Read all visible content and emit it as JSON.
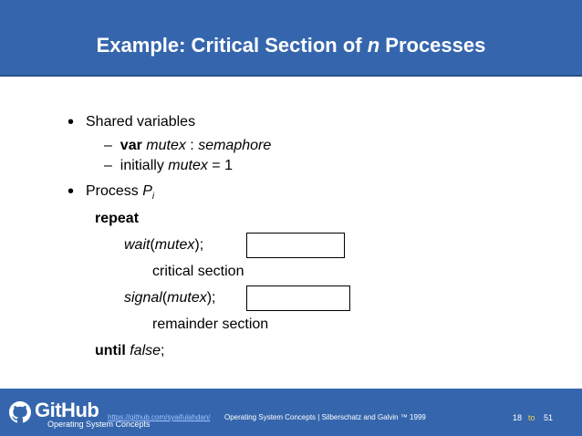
{
  "slide": {
    "title_prefix": "Example:  Critical Section of ",
    "title_italic": "n",
    "title_suffix": " Processes"
  },
  "content": {
    "bullet1": "Shared variables",
    "dash1": {
      "keyword": "var",
      "name": "mutex",
      "sep": " : ",
      "type": "semaphore"
    },
    "dash2": {
      "prefix": "initially ",
      "name": "mutex",
      "suffix": " = 1"
    },
    "bullet2": {
      "text": "Process ",
      "p": "P",
      "sub": "i"
    },
    "repeat": "repeat",
    "wait": {
      "fn": "wait",
      "arg": "mutex",
      "open": "(",
      "close": ");"
    },
    "critical": "critical section",
    "signal": {
      "fn": "signal",
      "arg": "mutex",
      "open": "(",
      "close": ");"
    },
    "remainder": "remainder section",
    "until": {
      "keyword": "until",
      "value": "false",
      "end": ";"
    }
  },
  "footer": {
    "brand": "GitHub",
    "brand_sub": "Operating System Concepts",
    "link": "https://github.com/syaifulahdan/",
    "credit": "Operating System Concepts | Silberschatz and Galvin ™ 1999",
    "page_current": "18",
    "page_to": "to",
    "page_total": "51"
  },
  "colors": {
    "header_bg": "#3566ad",
    "footer_bg": "#3566ad",
    "link": "#9fc3ff",
    "page_to": "#f0d24a"
  }
}
